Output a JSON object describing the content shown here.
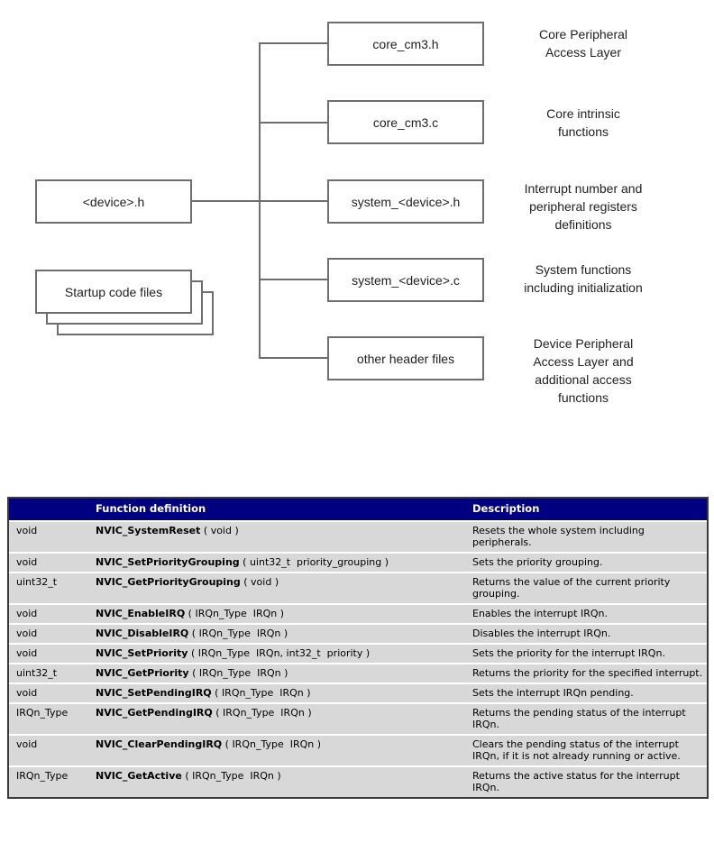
{
  "diagram": {
    "device_box": "<device>.h",
    "startup_box": "Startup code files",
    "files": [
      {
        "label": "core_cm3.h",
        "desc": "Core Peripheral\nAccess Layer"
      },
      {
        "label": "core_cm3.c",
        "desc": "Core intrinsic\nfunctions"
      },
      {
        "label": "system_<device>.h",
        "desc": "Interrupt number and\nperipheral registers\ndefinitions"
      },
      {
        "label": "system_<device>.c",
        "desc": "System functions\nincluding initialization"
      },
      {
        "label": "other header files",
        "desc": "Device Peripheral\nAccess Layer and\nadditional access\nfunctions"
      }
    ]
  },
  "table": {
    "headers": {
      "type": "",
      "function": "Function definition",
      "description": "Description"
    },
    "colors": {
      "header_bg": "#010080",
      "header_text": "#ffffff",
      "row_bg": "#d8d8d8"
    },
    "rows": [
      {
        "ret": "void",
        "name": "NVIC_SystemReset",
        "params": " ( void )",
        "desc": "Resets the whole system including peripherals."
      },
      {
        "ret": "void",
        "name": "NVIC_SetPriorityGrouping",
        "params": " ( uint32_t  priority_grouping )",
        "desc": "Sets the priority grouping."
      },
      {
        "ret": "uint32_t",
        "name": "NVIC_GetPriorityGrouping",
        "params": " ( void )",
        "desc": "Returns the value of the current priority grouping."
      },
      {
        "ret": "void",
        "name": "NVIC_EnableIRQ",
        "params": " ( IRQn_Type  IRQn )",
        "desc": "Enables the interrupt IRQn."
      },
      {
        "ret": "void",
        "name": "NVIC_DisableIRQ",
        "params": " ( IRQn_Type  IRQn )",
        "desc": "Disables the interrupt IRQn."
      },
      {
        "ret": "void",
        "name": "NVIC_SetPriority",
        "params": " ( IRQn_Type  IRQn, int32_t  priority )",
        "desc": "Sets the priority for the interrupt IRQn."
      },
      {
        "ret": "uint32_t",
        "name": "NVIC_GetPriority",
        "params": " ( IRQn_Type  IRQn )",
        "desc": "Returns the priority for the specified interrupt."
      },
      {
        "ret": "void",
        "name": "NVIC_SetPendingIRQ",
        "params": " ( IRQn_Type  IRQn )",
        "desc": "Sets the interrupt IRQn pending."
      },
      {
        "ret": "IRQn_Type",
        "name": "NVIC_GetPendingIRQ",
        "params": " ( IRQn_Type  IRQn )",
        "desc": "Returns the pending status of the interrupt IRQn."
      },
      {
        "ret": "void",
        "name": "NVIC_ClearPendingIRQ",
        "params": " ( IRQn_Type  IRQn )",
        "desc": "Clears the pending status of the interrupt IRQn, if it is not already running or active."
      },
      {
        "ret": "IRQn_Type",
        "name": "NVIC_GetActive",
        "params": " ( IRQn_Type  IRQn )",
        "desc": "Returns the active status for the interrupt IRQn."
      }
    ]
  }
}
